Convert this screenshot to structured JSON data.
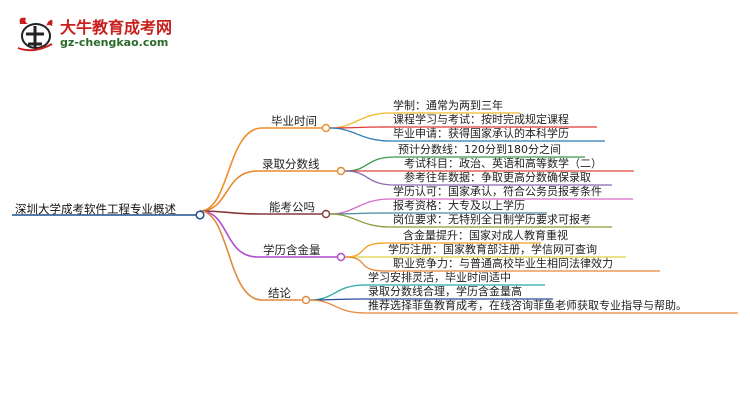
{
  "logo": {
    "title": "大牛教育成考网",
    "url": "gz-chengkao.com"
  },
  "root": {
    "label": "深圳大学成考软件工程专业概述",
    "color": "#1f4f8f"
  },
  "branches": [
    {
      "label": "毕业时间",
      "color": "#f08c2a",
      "children": [
        {
          "label": "学制：通常为两到三年",
          "color": "#f0b92a"
        },
        {
          "label": "课程学习与考试：按时完成规定课程",
          "color": "#e5393b"
        },
        {
          "label": "毕业申请：获得国家承认的本科学历",
          "color": "#2a7ab8"
        }
      ]
    },
    {
      "label": "录取分数线",
      "color": "#e8882c",
      "children": [
        {
          "label": "预计分数线：120分到180分之间",
          "color": "#3a9a4a"
        },
        {
          "label": "考试科目：政治、英语和高等数学（二）",
          "color": "#d9473a"
        },
        {
          "label": "参考往年数据：争取更高分数确保录取",
          "color": "#8a6ab0"
        }
      ]
    },
    {
      "label": "能考公吗",
      "color": "#8a3a3a",
      "children": [
        {
          "label": "学历认可：国家承认，符合公务员报考条件",
          "color": "#d86cc8"
        },
        {
          "label": "报考资格：大专及以上学历",
          "color": "#4a8a9a"
        },
        {
          "label": "岗位要求：无特别全日制学历要求可报考",
          "color": "#8a9a3a"
        }
      ]
    },
    {
      "label": "学历含金量",
      "color": "#b04ad0",
      "children": [
        {
          "label": "含金量提升：国家对成人教育重视",
          "color": "#f0a020"
        },
        {
          "label": "学历注册：国家教育部注册，学信网可查询",
          "color": "#e0d040"
        },
        {
          "label": "职业竞争力：与普通高校毕业生相同法律效力",
          "color": "#e8883a"
        }
      ]
    },
    {
      "label": "结论",
      "color": "#e08a3a",
      "children": [
        {
          "label": "学习安排灵活，毕业时间适中",
          "color": "#2aa8a0"
        },
        {
          "label": "录取分数线合理，学历含金量高",
          "color": "#2a4a9a"
        },
        {
          "label": "推荐选择菲鱼教育成考，在线咨询菲鱼老师获取专业指导与帮助。",
          "color": "#e8883a"
        }
      ]
    }
  ]
}
